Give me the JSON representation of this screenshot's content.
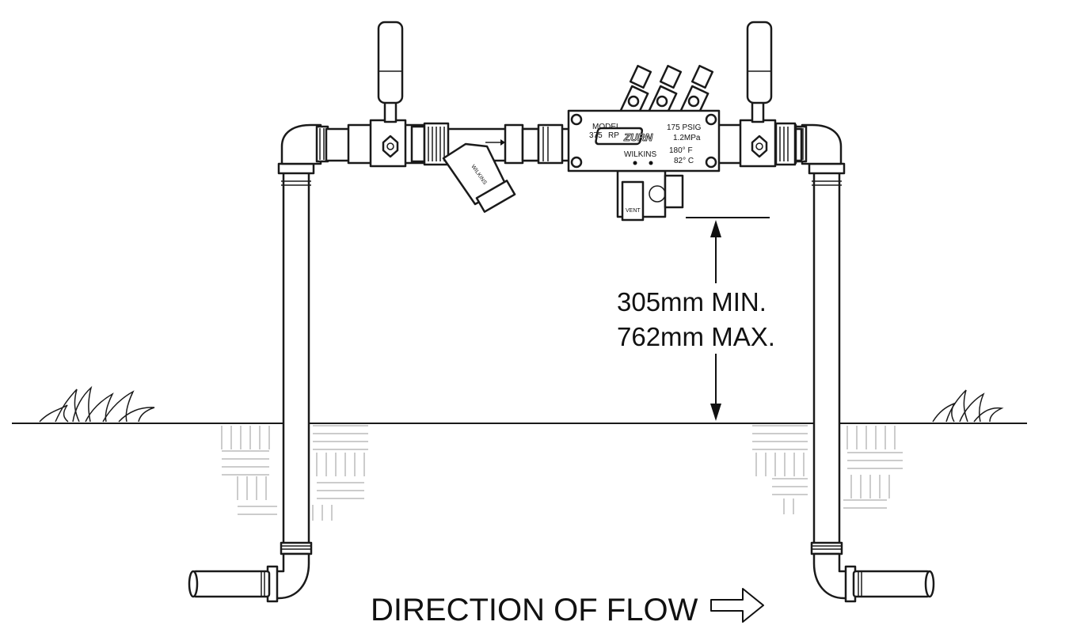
{
  "dimension": {
    "min_label": "305mm MIN.",
    "max_label": "762mm MAX."
  },
  "flow": {
    "label": "DIRECTION OF FLOW"
  },
  "valve": {
    "model_label": "MODEL",
    "model_number": "375",
    "model_type": "RP",
    "brand": "ZURN",
    "maker": "WILKINS",
    "pressure_psig": "175 PSIG",
    "pressure_mpa": "1.2MPa",
    "temp_f": "180° F",
    "temp_c": "82° C",
    "vent_label": "VENT"
  },
  "strainer": {
    "label": "WILKINS"
  }
}
